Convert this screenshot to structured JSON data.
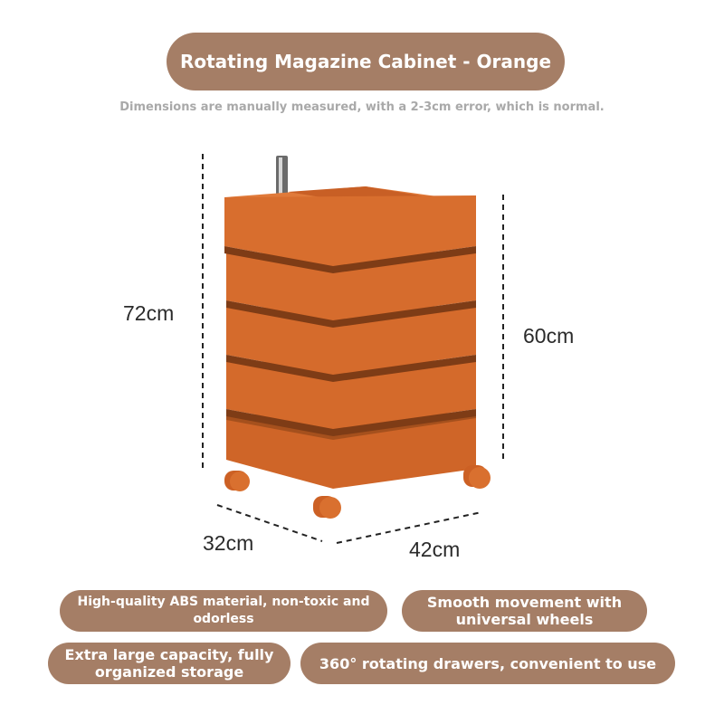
{
  "header": {
    "title": "Rotating Magazine Cabinet - Orange",
    "note": "Dimensions are manually measured, with a 2-3cm error, which is normal."
  },
  "dimensions": {
    "total_height": "72cm",
    "body_height": "60cm",
    "depth": "32cm",
    "width": "42cm"
  },
  "features": [
    "High-quality ABS material, non-toxic and odorless",
    "Smooth movement with universal wheels",
    "Extra large capacity, fully organized storage",
    "360° rotating drawers, convenient to use"
  ],
  "colors": {
    "pill": "#a57e66",
    "cabinet": "#d5692a",
    "cabinet_dark": "#a5501d"
  }
}
